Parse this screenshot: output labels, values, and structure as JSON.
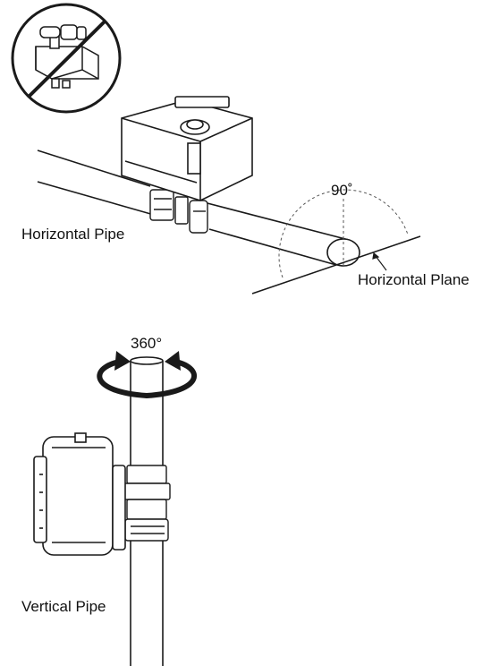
{
  "labels": {
    "horizontal_pipe": "Horizontal Pipe",
    "horizontal_plane": "Horizontal Plane",
    "angle_90": "90˚",
    "angle_360": "360°",
    "vertical_pipe": "Vertical Pipe"
  },
  "colors": {
    "line": "#1a1a1a",
    "actuator_fill": "#ffffff",
    "dash": "#555555"
  },
  "icons": {
    "prohibited": "no-upside-down-installation-icon",
    "rotation": "rotation-arrow-icon"
  }
}
